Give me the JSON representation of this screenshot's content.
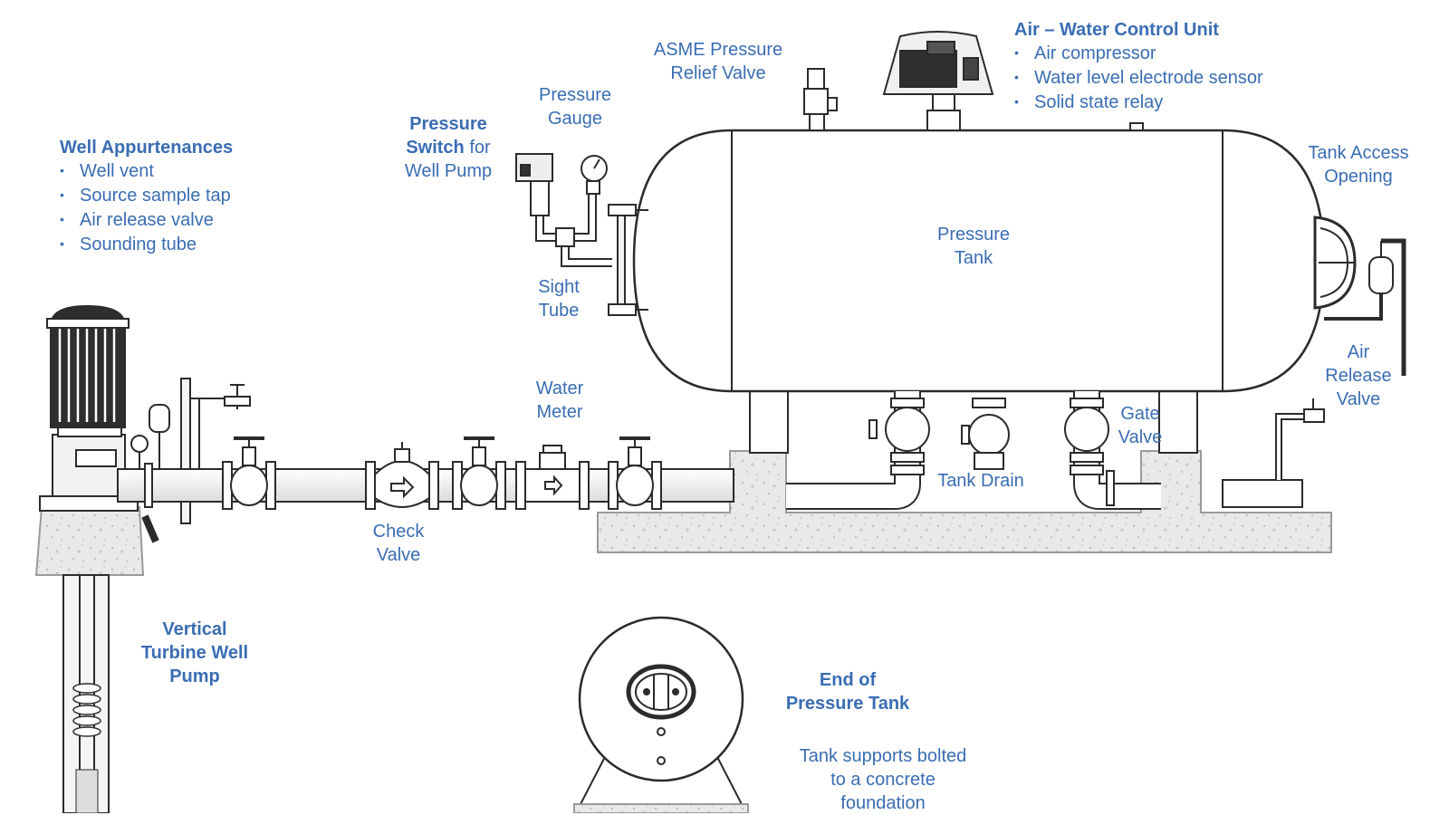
{
  "labels": {
    "well_appurtenances": {
      "title": "Well Appurtenances",
      "items": [
        "Well vent",
        "Source sample tap",
        "Air release valve",
        "Sounding tube"
      ]
    },
    "pressure_switch": {
      "line1": "Pressure",
      "line2a": "Switch",
      "line2b": " for",
      "line3": "Well Pump"
    },
    "pressure_gauge": {
      "line1": "Pressure",
      "line2": "Gauge"
    },
    "asme_valve": {
      "line1": "ASME Pressure",
      "line2": "Relief Valve"
    },
    "air_water_unit": {
      "title": "Air – Water Control Unit",
      "items": [
        "Air compressor",
        "Water level electrode sensor",
        "Solid state relay"
      ]
    },
    "tank_access": {
      "line1": "Tank Access",
      "line2": "Opening"
    },
    "pressure_tank": {
      "line1": "Pressure",
      "line2": "Tank"
    },
    "sight_tube": {
      "line1": "Sight",
      "line2": "Tube"
    },
    "air_release": {
      "line1": "Air",
      "line2": "Release",
      "line3": "Valve"
    },
    "gate_valve": {
      "line1": "Gate",
      "line2": "Valve"
    },
    "water_meter": {
      "line1": "Water",
      "line2": "Meter"
    },
    "tank_drain": {
      "line1": "Tank Drain"
    },
    "check_valve": {
      "line1": "Check",
      "line2": "Valve"
    },
    "turbine_pump": {
      "line1": "Vertical",
      "line2": "Turbine Well",
      "line3": "Pump"
    },
    "end_of_tank": {
      "line1": "End of",
      "line2": "Pressure Tank"
    },
    "tank_supports": {
      "line1": "Tank supports bolted",
      "line2": "to a concrete",
      "line3": "foundation"
    }
  },
  "colors": {
    "label_blue": "#3a6db3",
    "line": "#2b2b2b",
    "concrete": "#e6e6e6",
    "fill": "#ffffff"
  }
}
